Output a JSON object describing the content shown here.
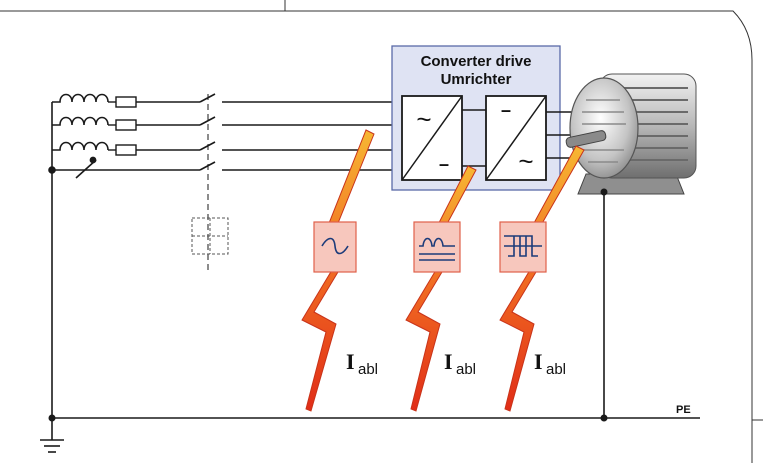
{
  "converter": {
    "title_line1": "Converter drive",
    "title_line2": "Umrichter",
    "rectifier_ac_symbol": "~",
    "rectifier_dc_symbol": "–",
    "inverter_dc_symbol": "–",
    "inverter_ac_symbol": "~"
  },
  "leakage_currents": [
    {
      "symbol_main": "I",
      "symbol_sub": "abl",
      "waveform": "sine"
    },
    {
      "symbol_main": "I",
      "symbol_sub": "abl",
      "waveform": "rectified"
    },
    {
      "symbol_main": "I",
      "symbol_sub": "abl",
      "waveform": "pwm"
    }
  ],
  "pe_label": "PE",
  "colors": {
    "wire": "#1a1a1a",
    "converter_fill": "#dfe3f3",
    "converter_border": "#5a6aa8",
    "block_fill": "#ffffff",
    "lightning_red": "#e63a1c",
    "lightning_orange": "#f39a2a",
    "symbol_box_fill": "#f7c7bd",
    "symbol_box_border": "#e0604a",
    "motor": "#9a9a9a"
  }
}
